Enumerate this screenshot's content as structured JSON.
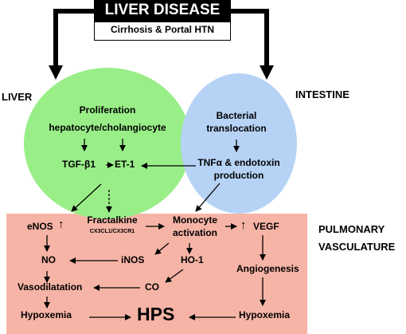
{
  "header": {
    "title": "LIVER DISEASE",
    "subtitle": "Cirrhosis & Portal HTN"
  },
  "regions": {
    "liver": "LIVER",
    "intestine": "INTESTINE",
    "pulmonary_line1": "PULMONARY",
    "pulmonary_line2": "VASCULATURE"
  },
  "liver_circle": {
    "line1": "Proliferation",
    "line2": "hepatocyte/cholangiocyte",
    "tgf": "TGF-β1",
    "et1": "ET-1"
  },
  "intestine_circle": {
    "line1": "Bacterial",
    "line2": "translocation",
    "line3": "TNFα & endotoxin",
    "line4": "production"
  },
  "pulmonary": {
    "enos": "eNOS",
    "enos_arrow": "↑",
    "fractalkine": "Fractalkine",
    "fractalkine_sub": "CX3CL1/CX3CR1",
    "monocyte1": "Monocyte",
    "monocyte2": "activation",
    "vegf_arrow": "↑",
    "vegf": "VEGF",
    "no": "NO",
    "inos": "iNOS",
    "ho1": "HO-1",
    "angiogenesis": "Angiogenesis",
    "co": "CO",
    "vasodilatation": "Vasodilatation",
    "hypoxemia_left": "Hypoxemia",
    "hps": "HPS",
    "hypoxemia_right": "Hypoxemia"
  },
  "colors": {
    "liver_fill": "#99ee88",
    "intestine_fill": "#b6d3f6",
    "pulmonary_fill": "#f6b4a6",
    "header_fill": "#000000",
    "header_text": "#ffffff"
  }
}
